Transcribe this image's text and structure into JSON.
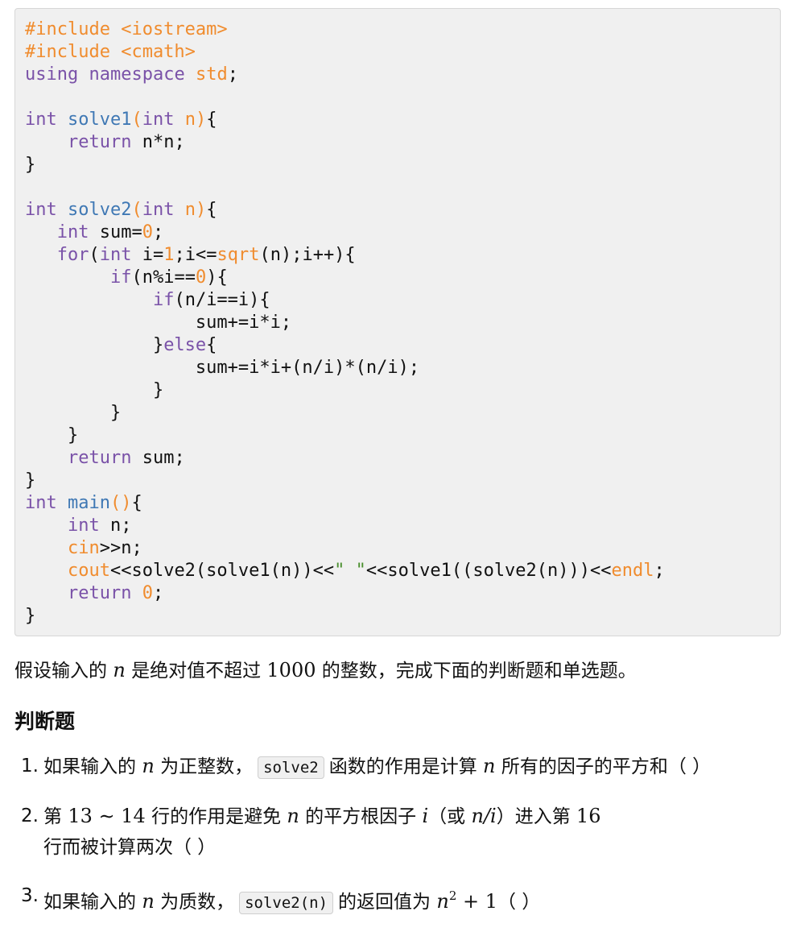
{
  "code": {
    "lines": [
      [
        {
          "t": "#include <iostream>",
          "c": "pre"
        }
      ],
      [
        {
          "t": "#include <cmath>",
          "c": "pre"
        }
      ],
      [
        {
          "t": "using",
          "c": "kw"
        },
        {
          "t": " ",
          "c": "plain"
        },
        {
          "t": "namespace",
          "c": "kw"
        },
        {
          "t": " ",
          "c": "plain"
        },
        {
          "t": "std",
          "c": "pre"
        },
        {
          "t": ";",
          "c": "plain"
        }
      ],
      [],
      [
        {
          "t": "int",
          "c": "type"
        },
        {
          "t": " ",
          "c": "plain"
        },
        {
          "t": "solve1",
          "c": "fn"
        },
        {
          "t": "(",
          "c": "punc"
        },
        {
          "t": "int",
          "c": "type"
        },
        {
          "t": " n",
          "c": "punc"
        },
        {
          "t": ")",
          "c": "punc"
        },
        {
          "t": "{",
          "c": "plain"
        }
      ],
      [
        {
          "t": "    ",
          "c": "plain"
        },
        {
          "t": "return",
          "c": "kw"
        },
        {
          "t": " n*n;",
          "c": "plain"
        }
      ],
      [
        {
          "t": "}",
          "c": "plain"
        }
      ],
      [],
      [
        {
          "t": "int",
          "c": "type"
        },
        {
          "t": " ",
          "c": "plain"
        },
        {
          "t": "solve2",
          "c": "fn"
        },
        {
          "t": "(",
          "c": "punc"
        },
        {
          "t": "int",
          "c": "type"
        },
        {
          "t": " n",
          "c": "punc"
        },
        {
          "t": ")",
          "c": "punc"
        },
        {
          "t": "{",
          "c": "plain"
        }
      ],
      [
        {
          "t": "   ",
          "c": "plain"
        },
        {
          "t": "int",
          "c": "type"
        },
        {
          "t": " sum=",
          "c": "plain"
        },
        {
          "t": "0",
          "c": "num"
        },
        {
          "t": ";",
          "c": "plain"
        }
      ],
      [
        {
          "t": "   ",
          "c": "plain"
        },
        {
          "t": "for",
          "c": "kw"
        },
        {
          "t": "(",
          "c": "plain"
        },
        {
          "t": "int",
          "c": "type"
        },
        {
          "t": " i=",
          "c": "plain"
        },
        {
          "t": "1",
          "c": "num"
        },
        {
          "t": ";i<=",
          "c": "plain"
        },
        {
          "t": "sqrt",
          "c": "pre"
        },
        {
          "t": "(n);i++){",
          "c": "plain"
        }
      ],
      [
        {
          "t": "        ",
          "c": "plain"
        },
        {
          "t": "if",
          "c": "kw"
        },
        {
          "t": "(n%i==",
          "c": "plain"
        },
        {
          "t": "0",
          "c": "num"
        },
        {
          "t": "){",
          "c": "plain"
        }
      ],
      [
        {
          "t": "            ",
          "c": "plain"
        },
        {
          "t": "if",
          "c": "kw"
        },
        {
          "t": "(n/i==i){",
          "c": "plain"
        }
      ],
      [
        {
          "t": "                ",
          "c": "plain"
        },
        {
          "t": "sum+=i*i;",
          "c": "plain"
        }
      ],
      [
        {
          "t": "            }",
          "c": "plain"
        },
        {
          "t": "else",
          "c": "kw"
        },
        {
          "t": "{",
          "c": "plain"
        }
      ],
      [
        {
          "t": "                ",
          "c": "plain"
        },
        {
          "t": "sum+=i*i+(n/i)*(n/i);",
          "c": "plain"
        }
      ],
      [
        {
          "t": "            }",
          "c": "plain"
        }
      ],
      [
        {
          "t": "        }",
          "c": "plain"
        }
      ],
      [
        {
          "t": "    }",
          "c": "plain"
        }
      ],
      [
        {
          "t": "    ",
          "c": "plain"
        },
        {
          "t": "return",
          "c": "kw"
        },
        {
          "t": " sum;",
          "c": "plain"
        }
      ],
      [
        {
          "t": "}",
          "c": "plain"
        }
      ],
      [
        {
          "t": "int",
          "c": "type"
        },
        {
          "t": " ",
          "c": "plain"
        },
        {
          "t": "main",
          "c": "fn"
        },
        {
          "t": "()",
          "c": "punc"
        },
        {
          "t": "{",
          "c": "plain"
        }
      ],
      [
        {
          "t": "    ",
          "c": "plain"
        },
        {
          "t": "int",
          "c": "type"
        },
        {
          "t": " n;",
          "c": "plain"
        }
      ],
      [
        {
          "t": "    ",
          "c": "plain"
        },
        {
          "t": "cin",
          "c": "pre"
        },
        {
          "t": ">>n;",
          "c": "plain"
        }
      ],
      [
        {
          "t": "    ",
          "c": "plain"
        },
        {
          "t": "cout",
          "c": "pre"
        },
        {
          "t": "<<solve2(solve1(n))<<",
          "c": "plain"
        },
        {
          "t": "\" \"",
          "c": "str"
        },
        {
          "t": "<<solve1((solve2(n)))<<",
          "c": "plain"
        },
        {
          "t": "endl",
          "c": "pre"
        },
        {
          "t": ";",
          "c": "plain"
        }
      ],
      [
        {
          "t": "    ",
          "c": "plain"
        },
        {
          "t": "return",
          "c": "kw"
        },
        {
          "t": " ",
          "c": "plain"
        },
        {
          "t": "0",
          "c": "num"
        },
        {
          "t": ";",
          "c": "plain"
        }
      ],
      [
        {
          "t": "}",
          "c": "plain"
        }
      ]
    ]
  },
  "intro": {
    "before": "假设输入的 ",
    "var": "n",
    "middle": " 是绝对值不超过 ",
    "num": "1000",
    "after": " 的整数，完成下面的判断题和单选题。"
  },
  "section_title": "判断题",
  "questions": [
    {
      "num": "1.",
      "p1": "如果输入的 ",
      "v1": "n",
      "p2": " 为正整数，",
      "code": "solve2",
      "p3": "函数的作用是计算 ",
      "v2": "n",
      "p4": " 所有的因子的平方和（ ）"
    },
    {
      "num": "2.",
      "p1": "第 ",
      "m1": "13 ∼ 14",
      "p2": " 行的作用是避免 ",
      "v1": "n",
      "p3": " 的平方根因子 ",
      "v2": "i",
      "p4": "（或 ",
      "v3": "n/i",
      "p5": "）进入第 ",
      "m2": "16",
      "p6": " 行而被计算两次（ ）"
    },
    {
      "num": "3.",
      "p1": "如果输入的 ",
      "v1": "n",
      "p2": " 为质数，",
      "code": "solve2(n)",
      "p3": "的返回值为 ",
      "v2": "n",
      "sup": "2",
      "m1": " + 1",
      "p4": "（ ）"
    }
  ]
}
